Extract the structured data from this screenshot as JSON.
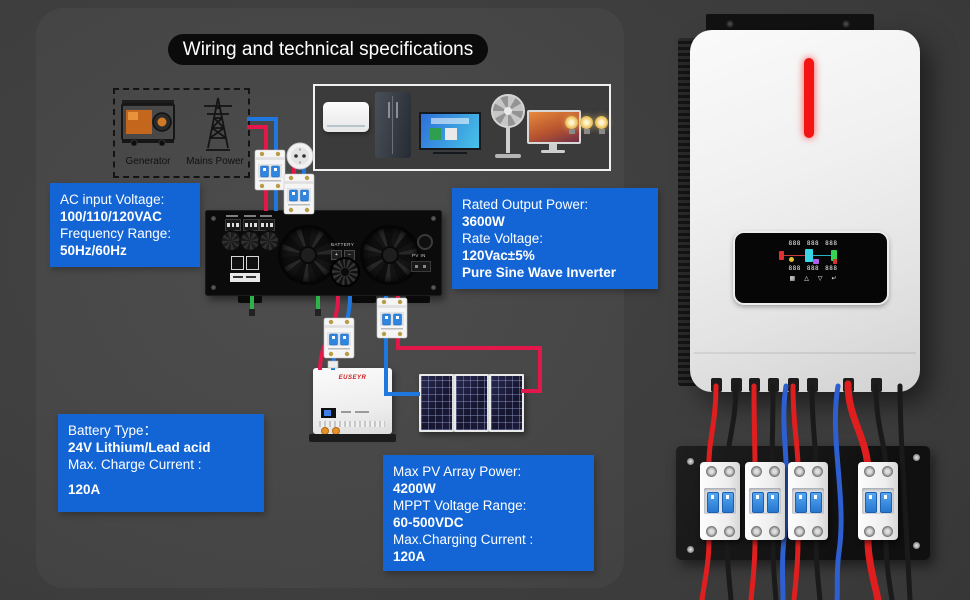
{
  "title": "Wiring and technical specifications",
  "sources": {
    "generator": "Generator",
    "mains": "Mains Power"
  },
  "spec_boxes": {
    "ac_input": {
      "l1": "AC input Voltage:",
      "l2": "100/110/120VAC",
      "l3": "Frequency Range:",
      "l4": "50Hz/60Hz"
    },
    "rated_output": {
      "l1": "Rated Output Power:",
      "l2": "3600W",
      "l3": "Rate Voltage:",
      "l4": "120Vac±5%",
      "l5": "Pure Sine Wave Inverter"
    },
    "battery": {
      "l1": "Battery Type：",
      "l2": "24V Lithium/Lead acid",
      "l3": "Max. Charge Current :",
      "l4": "120A"
    },
    "pv": {
      "l1": "Max PV Array Power:",
      "l2": "4200W",
      "l3": "MPPT Voltage Range:",
      "l4": "60-500VDC",
      "l5": "Max.Charging Current :",
      "l6": "120A"
    }
  },
  "inverter_back": {
    "battery_label": "BATTERY",
    "plus": "+",
    "minus": "−",
    "pv_label": "PV IN"
  },
  "battery_unit": {
    "logo": "EUSEYR"
  },
  "display": {
    "digit_groups": [
      "888",
      "888",
      "888",
      "888",
      "888",
      "888"
    ],
    "icons": [
      "▦",
      "△",
      "▽",
      "↵"
    ]
  },
  "colors": {
    "accent_blue": "#1365d6",
    "wire_red": "#e4174b",
    "wire_blue": "#1e78e0",
    "led_red": "#f31414"
  }
}
